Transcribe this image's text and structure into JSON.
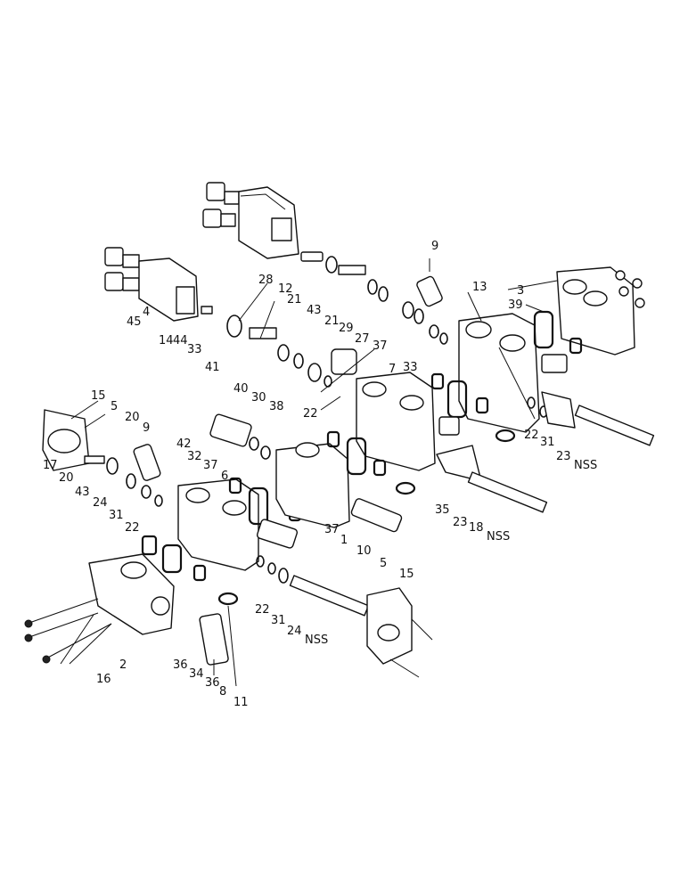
{
  "labels": [
    "9",
    "28",
    "12",
    "13",
    "3",
    "39",
    "21",
    "43",
    "21",
    "29",
    "27",
    "37",
    "45",
    "4",
    "14",
    "44",
    "33",
    "41",
    "40",
    "30",
    "38",
    "33",
    "7",
    "22",
    "22",
    "31",
    "23",
    "NSS",
    "15",
    "5",
    "20",
    "9",
    "42",
    "32",
    "37",
    "6",
    "17",
    "20",
    "43",
    "24",
    "31",
    "22",
    "35",
    "23",
    "18",
    "NSS",
    "1",
    "10",
    "37",
    "22",
    "31",
    "24",
    "NSS",
    "5",
    "15",
    "16",
    "2",
    "36",
    "34",
    "36",
    "8",
    "11"
  ]
}
